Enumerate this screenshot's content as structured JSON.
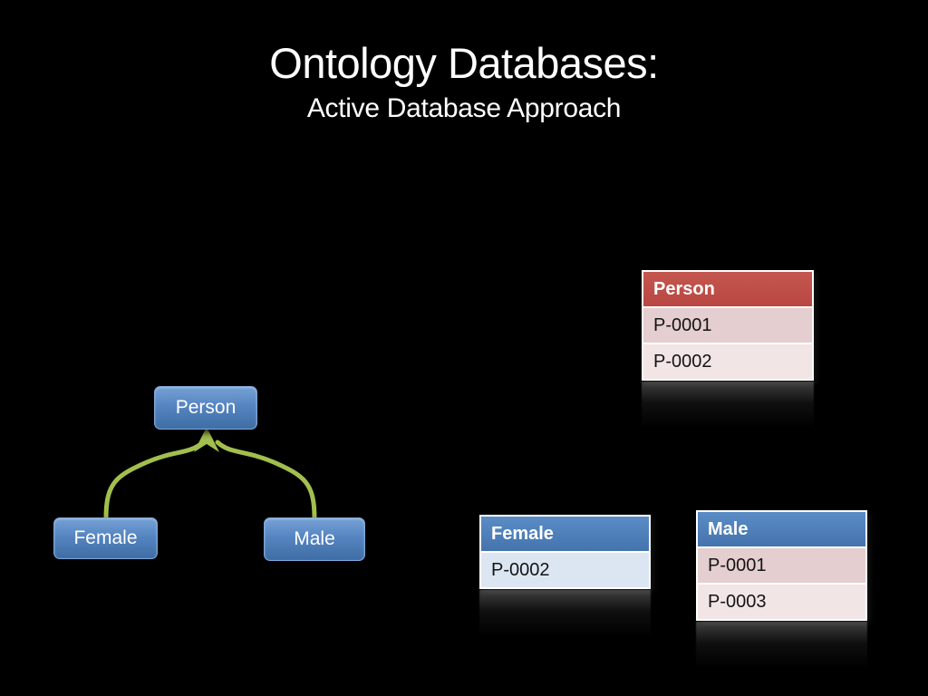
{
  "slide": {
    "title": "Ontology Databases:",
    "subtitle": "Active Database Approach",
    "background_color": "#000000"
  },
  "diagram": {
    "nodes": {
      "person": {
        "label": "Person"
      },
      "female": {
        "label": "Female"
      },
      "male": {
        "label": "Male"
      }
    },
    "node_fill": "#4F81BD",
    "arrow_color": "#a2bf4e",
    "relationship": "Female and Male point up to Person (is-a arrows)"
  },
  "tables": {
    "person": {
      "header": "Person",
      "rows": [
        "P-0001",
        "P-0002"
      ],
      "header_color": "#BE4B48",
      "row_colors": [
        "#E4CECF",
        "#F2E5E5"
      ]
    },
    "female": {
      "header": "Female",
      "rows": [
        "P-0002"
      ],
      "header_color": "#4F81BD",
      "row_colors": [
        "#DCE6F2"
      ]
    },
    "male": {
      "header": "Male",
      "rows": [
        "P-0001",
        "P-0003"
      ],
      "header_color": "#4F81BD",
      "row_colors": [
        "#E4CED0",
        "#F1E3E3"
      ]
    }
  }
}
